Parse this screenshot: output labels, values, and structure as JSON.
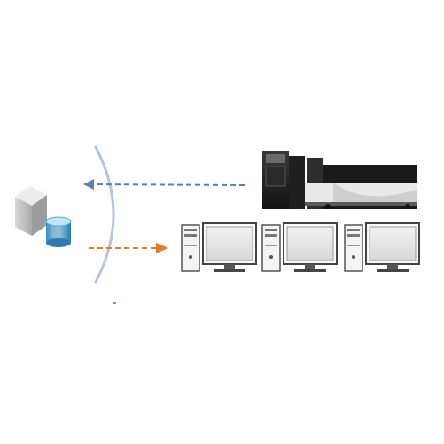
{
  "diagram": {
    "nodes": [
      {
        "id": "server",
        "icon": "server-with-database-icon"
      },
      {
        "id": "instrument",
        "icon": "lab-analyzer-instrument-icon"
      },
      {
        "id": "workstation-1",
        "icon": "desktop-computer-icon"
      },
      {
        "id": "workstation-2",
        "icon": "desktop-computer-icon"
      },
      {
        "id": "workstation-3",
        "icon": "desktop-computer-icon"
      }
    ],
    "edges": [
      {
        "from": "instrument",
        "to": "server",
        "style": "dashed",
        "color": "#5b7fb5"
      },
      {
        "from": "server",
        "to": "workstations",
        "style": "dashed",
        "color": "#e07b26"
      }
    ],
    "network_boundary": {
      "shape": "arc",
      "color": "#b8c3dc"
    }
  }
}
